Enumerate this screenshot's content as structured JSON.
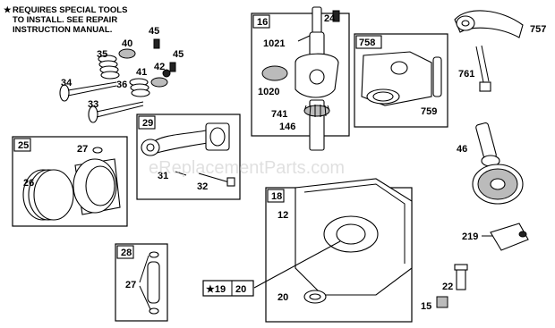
{
  "note": {
    "star": "★",
    "lines": [
      "REQUIRES SPECIAL TOOLS",
      "TO INSTALL.  SEE REPAIR",
      "INSTRUCTION MANUAL."
    ]
  },
  "watermark": "eReplacementParts.com",
  "labels": {
    "l45a": "45",
    "l40": "40",
    "l35": "35",
    "l45b": "45",
    "l41": "41",
    "l42": "42",
    "l34": "34",
    "l36": "36",
    "l33": "33",
    "l29": "29",
    "l31": "31",
    "l32": "32",
    "l25": "25",
    "l27a": "27",
    "l26": "26",
    "l28": "28",
    "l27b": "27",
    "l16": "16",
    "l24": "24",
    "l1021": "1021",
    "l1020": "1020",
    "l741": "741",
    "l146": "146",
    "l758": "758",
    "l759": "759",
    "l757": "757",
    "l761": "761",
    "l46": "46",
    "l18": "18",
    "l12": "12",
    "lstar19": "★19",
    "l20a": "20",
    "l20b": "20",
    "l219": "219",
    "l22": "22",
    "l15": "15"
  }
}
